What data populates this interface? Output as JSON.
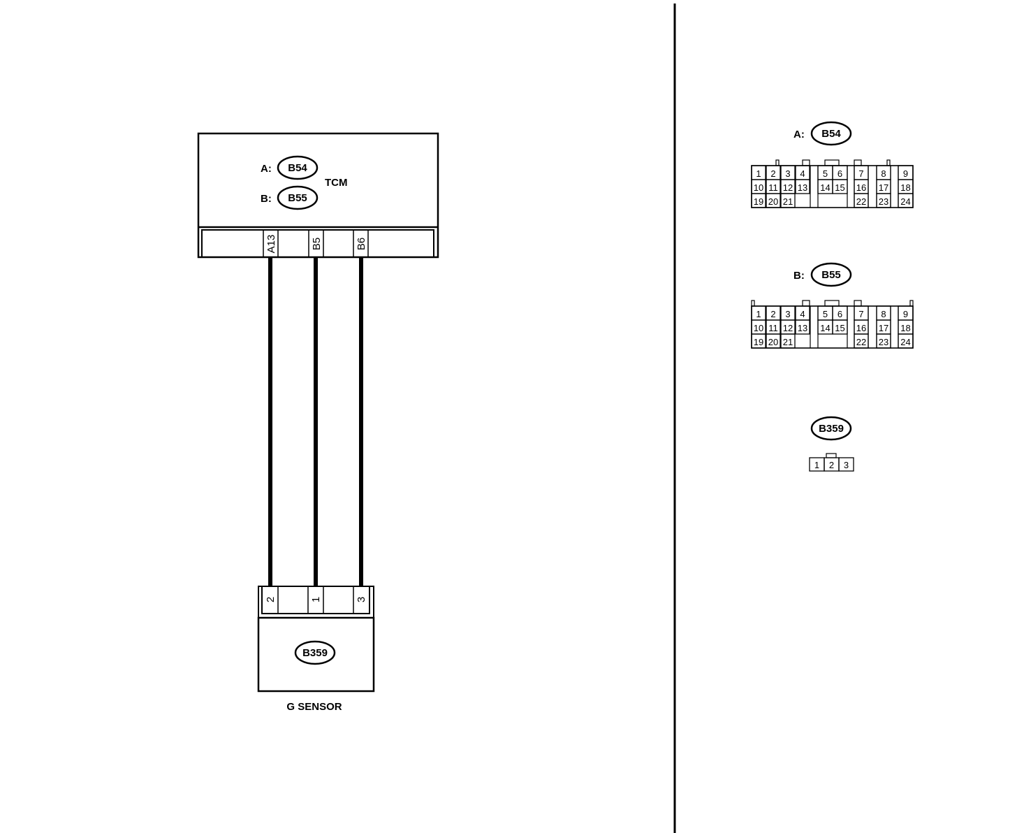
{
  "tcm": {
    "title": "TCM",
    "connectors": [
      {
        "prefix": "A:",
        "code": "B54"
      },
      {
        "prefix": "B:",
        "code": "B55"
      }
    ],
    "pins": [
      "A13",
      "B5",
      "B6"
    ]
  },
  "sensor": {
    "title": "G SENSOR",
    "code": "B359",
    "pins": [
      "2",
      "1",
      "3"
    ]
  },
  "wires": [
    {
      "from": "A13",
      "to": "2"
    },
    {
      "from": "B5",
      "to": "1"
    },
    {
      "from": "B6",
      "to": "3"
    }
  ],
  "connector_views": {
    "a": {
      "prefix": "A:",
      "code": "B54",
      "row1": [
        "1",
        "2",
        "3",
        "4",
        "5",
        "6",
        "7",
        "8",
        "9"
      ],
      "row2": [
        "10",
        "11",
        "12",
        "13",
        "14",
        "15",
        "16",
        "17",
        "18"
      ],
      "row3": [
        "19",
        "20",
        "21",
        "22",
        "23",
        "24"
      ]
    },
    "b": {
      "prefix": "B:",
      "code": "B55",
      "row1": [
        "1",
        "2",
        "3",
        "4",
        "5",
        "6",
        "7",
        "8",
        "9"
      ],
      "row2": [
        "10",
        "11",
        "12",
        "13",
        "14",
        "15",
        "16",
        "17",
        "18"
      ],
      "row3": [
        "19",
        "20",
        "21",
        "22",
        "23",
        "24"
      ]
    },
    "c": {
      "code": "B359",
      "pins": [
        "1",
        "2",
        "3"
      ]
    }
  }
}
